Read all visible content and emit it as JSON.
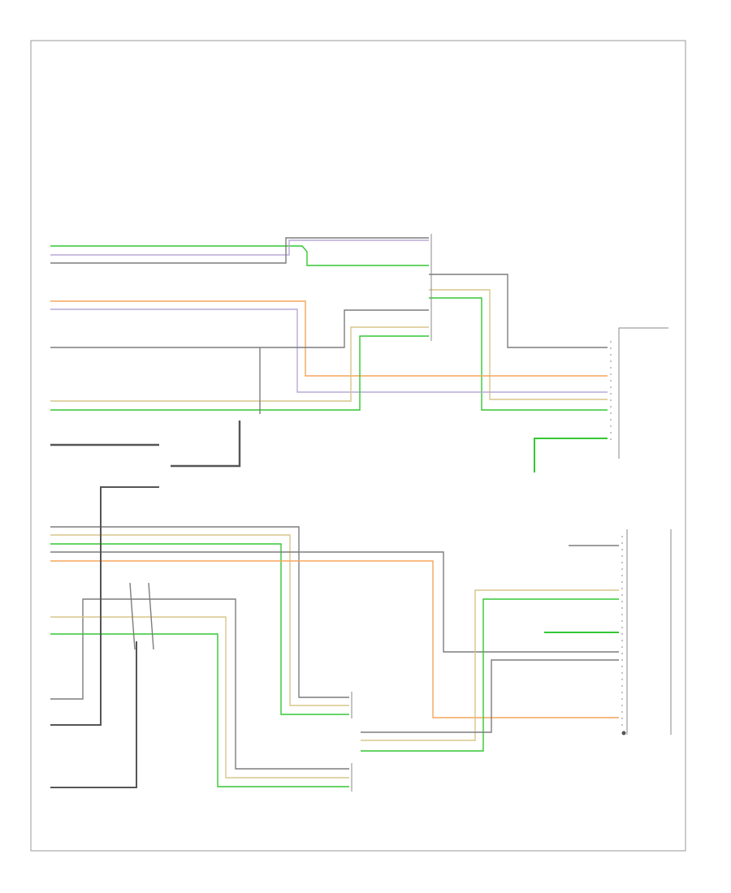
{
  "diagram": {
    "figure_id": "",
    "colors": {
      "green": "#34c734",
      "orange": "#f5a65b",
      "gray": "#7d7d7d",
      "lavender": "#b8a8d6",
      "tan": "#d8c58a",
      "black": "#222222",
      "frame": "#999999"
    },
    "components": [
      {
        "key": "sensor_top",
        "label": ""
      },
      {
        "key": "sensor_mid",
        "label": ""
      },
      {
        "key": "sensor_left",
        "label": ""
      },
      {
        "key": "sensor_bottom_left",
        "label": ""
      },
      {
        "key": "radio_right",
        "label": ""
      },
      {
        "key": "gauge_cluster",
        "label": ""
      },
      {
        "key": "speaker_front",
        "label": ""
      },
      {
        "key": "speaker_rear",
        "label": ""
      },
      {
        "key": "module_right",
        "label": ""
      }
    ],
    "wire_labels": [],
    "pin_numbers": []
  }
}
